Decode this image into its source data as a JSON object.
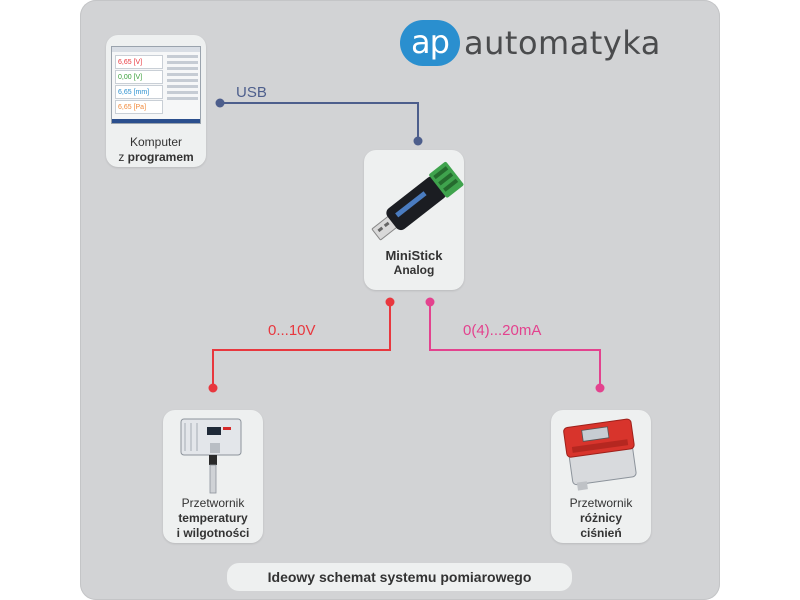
{
  "logo": {
    "prefix": "ap",
    "word": "automatyka"
  },
  "devices": {
    "computer": {
      "line1": "Komputer",
      "line2_prefix": "z ",
      "line2_bold": "programem"
    },
    "ministick": {
      "line1": "MiniStick",
      "line2": "Analog"
    },
    "temp": {
      "line1": "Przetwornik",
      "line2": "temperatury",
      "line3": "i wilgotności"
    },
    "pressure": {
      "line1": "Przetwornik",
      "line2": "różnicy",
      "line3": "ciśnień"
    }
  },
  "screen_values": [
    "6,65 [V]",
    "0,00 [V]",
    "6,65 [mm]",
    "6,65 [Pa]"
  ],
  "connections": {
    "usb": "USB",
    "voltage": "0...10V",
    "current": "0(4)...20mA"
  },
  "caption": "Ideowy schemat systemu pomiarowego",
  "colors": {
    "usb": "#4d5e8c",
    "voltage": "#e8373e",
    "current": "#e3428e",
    "brand": "#2a8fcf"
  }
}
